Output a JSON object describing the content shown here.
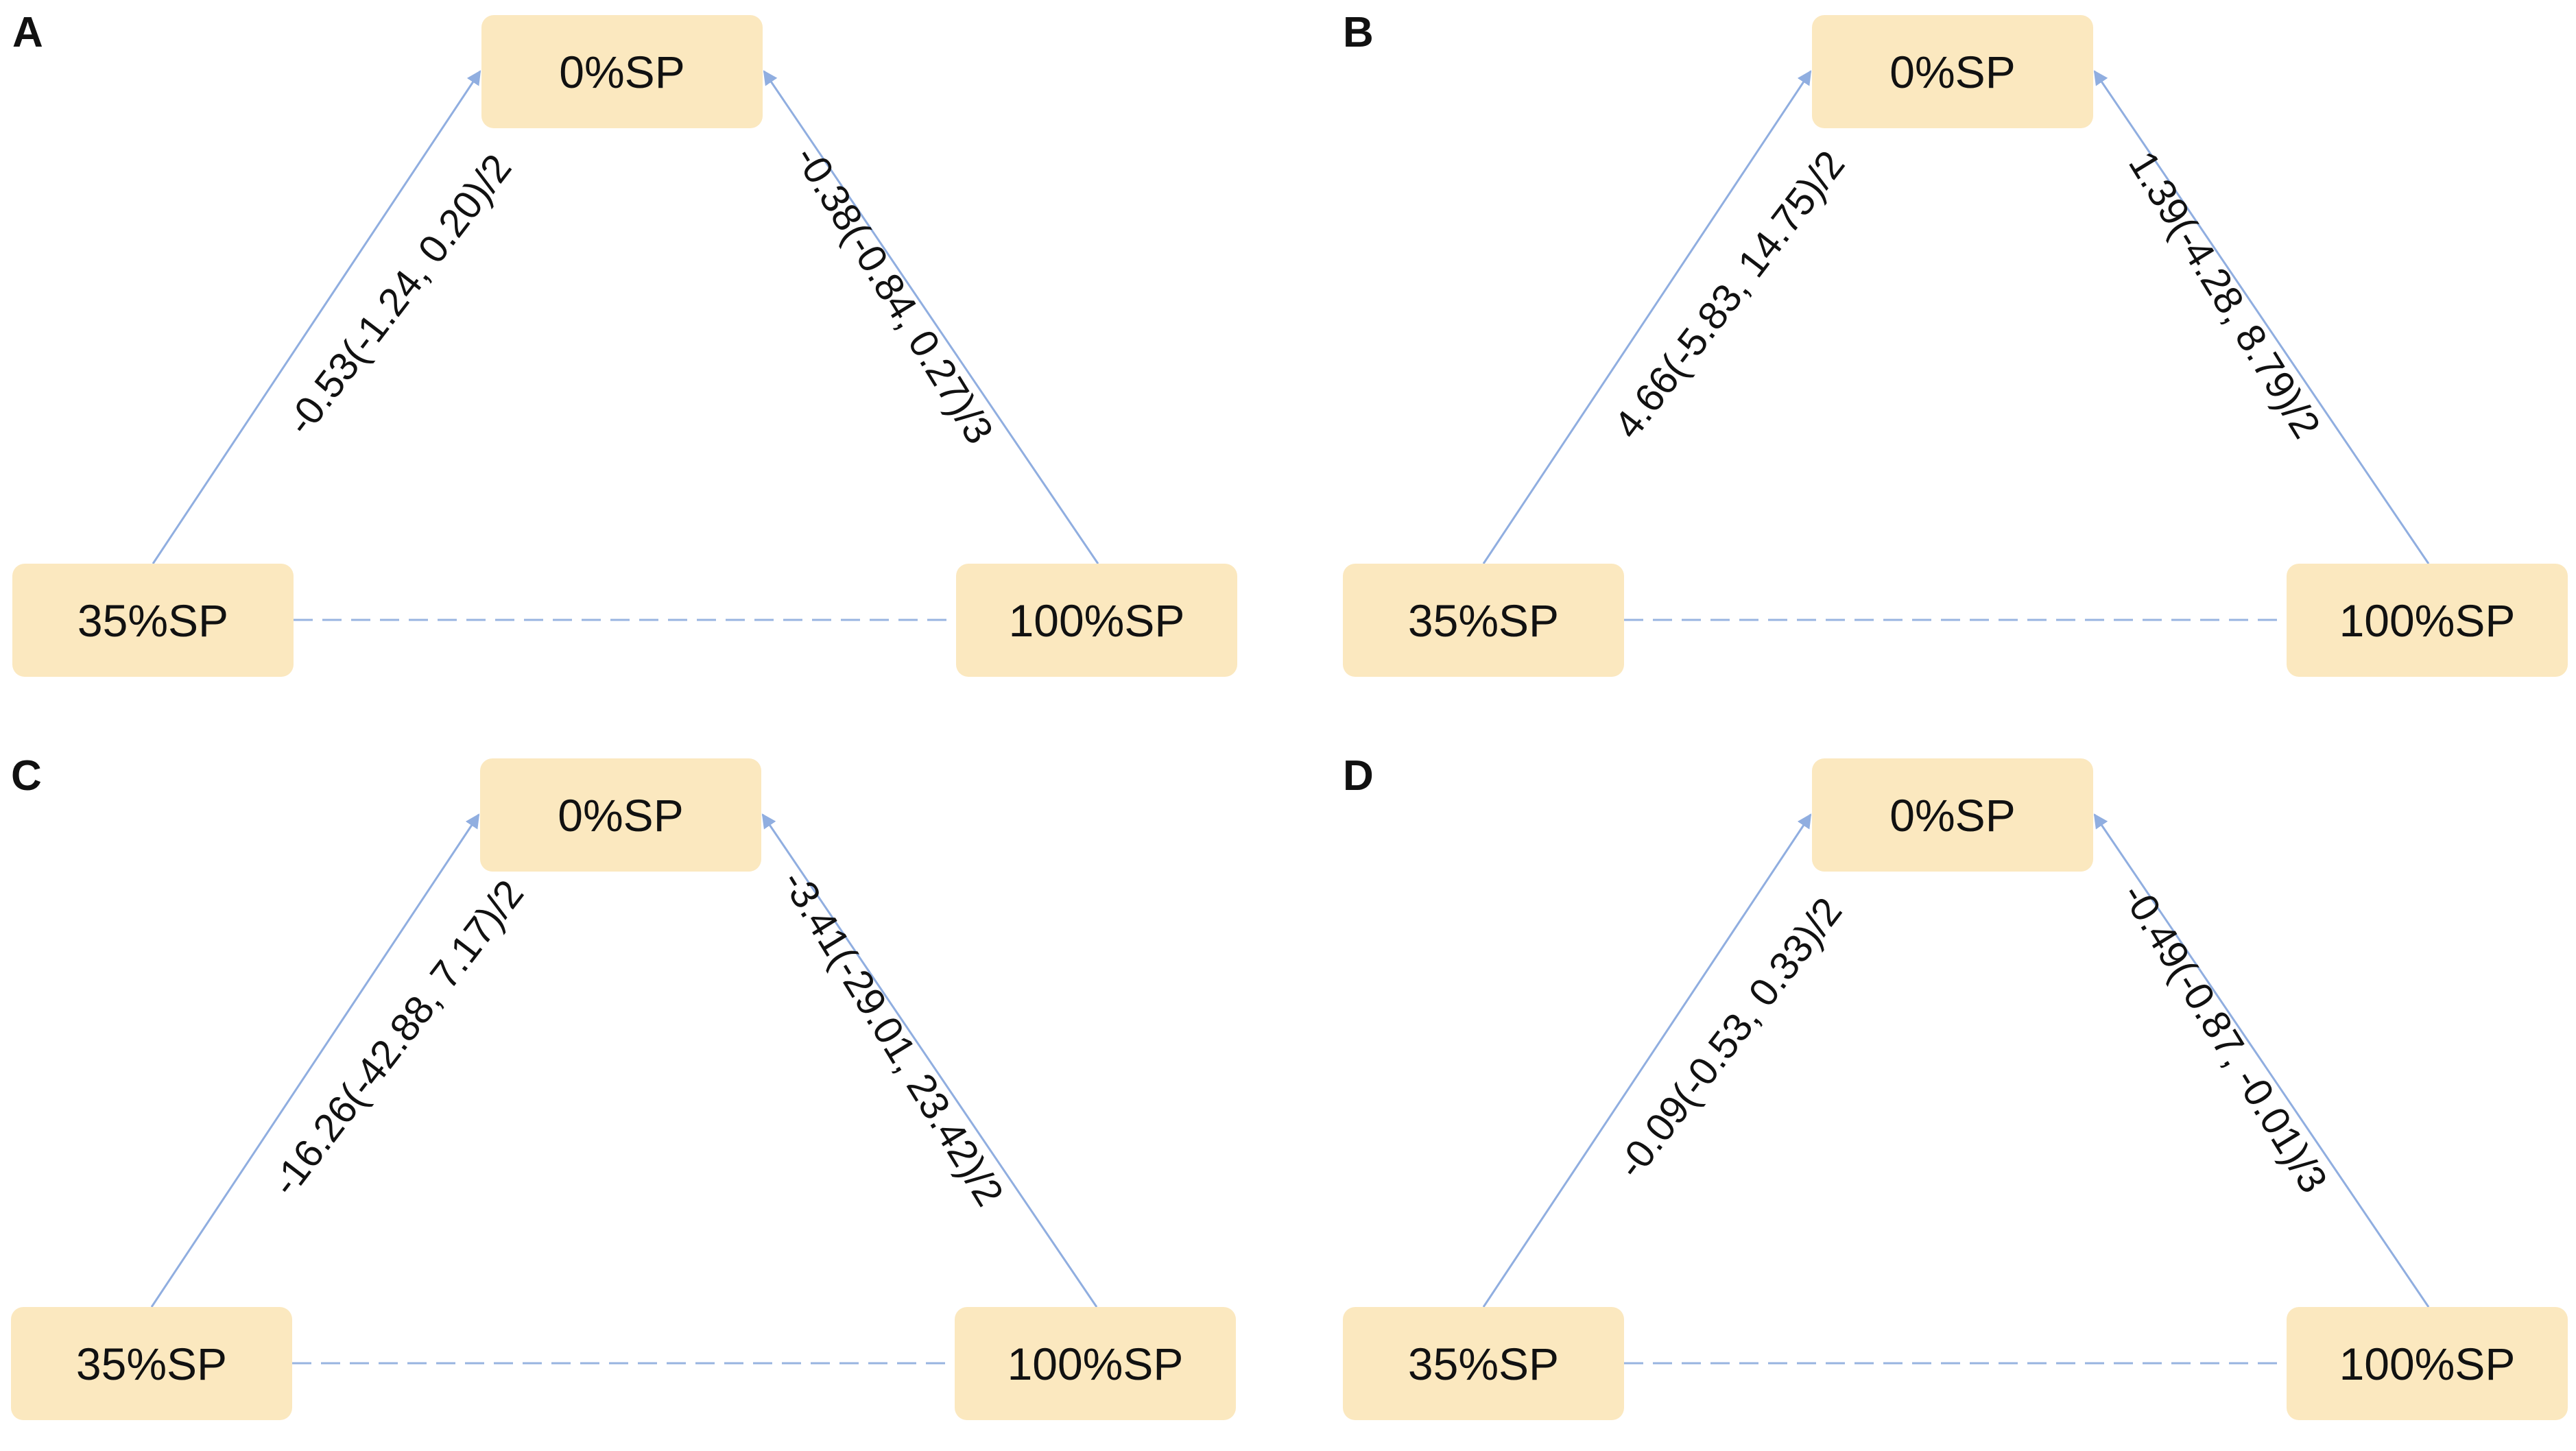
{
  "nodes": {
    "top": "0%SP",
    "left": "35%SP",
    "right": "100%SP"
  },
  "colors": {
    "node_fill": "#fbe8bf",
    "edge": "#90aee0",
    "dashed_edge": "#98b4e0"
  },
  "panels": [
    {
      "letter": "A",
      "left_edge_label": "-0.53(-1.24, 0.20)/2",
      "right_edge_label": "-0.38(-0.84, 0.27)/3"
    },
    {
      "letter": "B",
      "left_edge_label": "4.66(-5.83, 14.75)/2",
      "right_edge_label": "1.39(-4.28, 8.79)/2"
    },
    {
      "letter": "C",
      "left_edge_label": "-16.26(-42.88, 7.17)/2",
      "right_edge_label": "-3.41(-29.01, 23.42)/2"
    },
    {
      "letter": "D",
      "left_edge_label": "-0.09(-0.53, 0.33)/2",
      "right_edge_label": "-0.49(-0.87, -0.01)/3"
    }
  ]
}
